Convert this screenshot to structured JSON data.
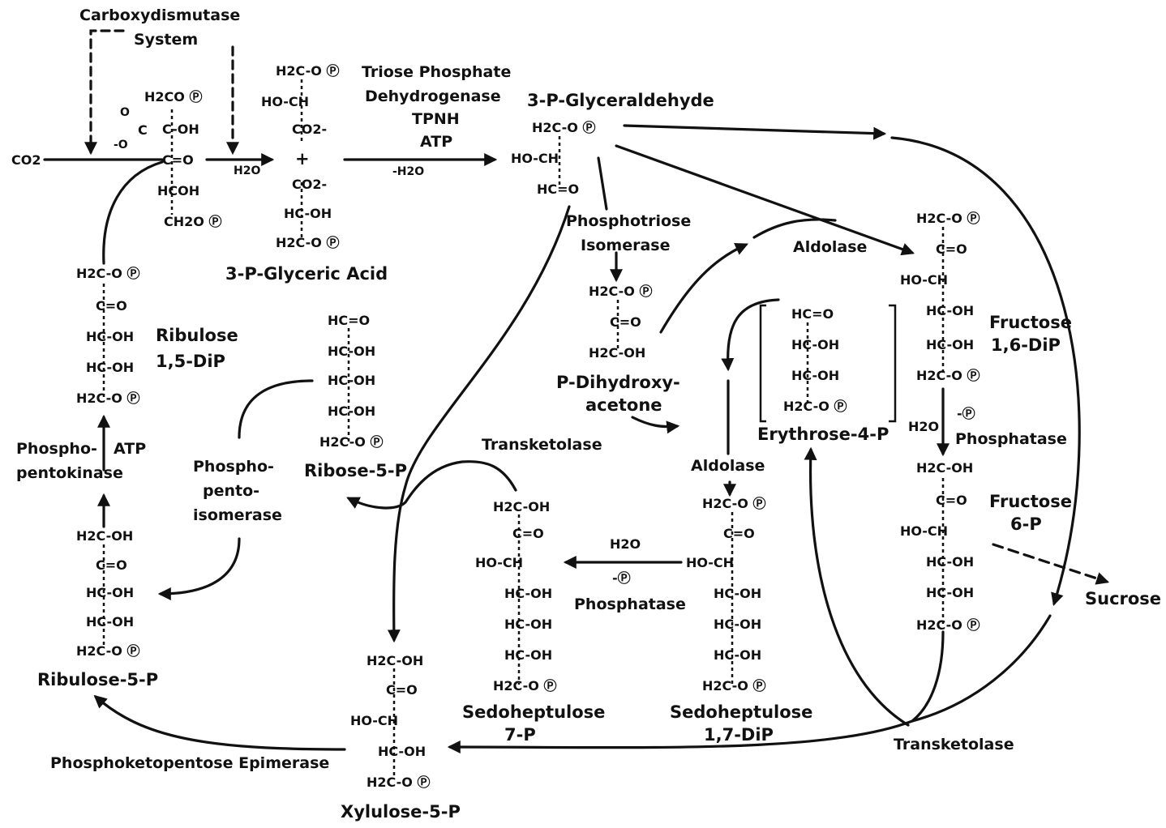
{
  "enzymes": {
    "carboxydismutase_1": "Carboxydismutase",
    "carboxydismutase_2": "System",
    "triose_dh_1": "Triose Phosphate",
    "triose_dh_2": "Dehydrogenase",
    "triose_dh_3": "TPNH",
    "triose_dh_4": "ATP",
    "minus_h2o": "-H2O",
    "h2o_co2": "H2O",
    "phosphotriose_1": "Phosphotriose",
    "phosphotriose_2": "Isomerase",
    "aldolase_top": "Aldolase",
    "aldolase_mid": "Aldolase",
    "transketolase_top": "Transketolase",
    "transketolase_bottom": "Transketolase",
    "phosphopentokinase_1": "Phospho-",
    "phosphopentokinase_atp": "ATP",
    "phosphopentokinase_2": "pentokinase",
    "phosphopentoisomerase_1": "Phospho-",
    "phosphopentoisomerase_2": "pento-",
    "phosphopentoisomerase_3": "isomerase",
    "phosphatase_sedo_h2o": "H2O",
    "phosphatase_sedo_p": "-Ⓟ",
    "phosphatase_sedo": "Phosphatase",
    "phosphatase_fru_h2o": "H2O",
    "phosphatase_fru_p": "-Ⓟ",
    "phosphatase_fru": "Phosphatase",
    "epimerase": "Phosphoketopentose Epimerase",
    "sucrose": "Sucrose"
  },
  "compounds": {
    "co2": "CO2",
    "pga": "3-P-Glyceric Acid",
    "gap": "3-P-Glyceraldehyde",
    "ribulose_dip_1": "Ribulose",
    "ribulose_dip_2": "1,5-DiP",
    "ribose5p": "Ribose-5-P",
    "dhap_1": "P-Dihydroxy-",
    "dhap_2": "acetone",
    "erythrose": "Erythrose-4-P",
    "fructose_dip_1": "Fructose",
    "fructose_dip_2": "1,6-DiP",
    "fructose6p_1": "Fructose",
    "fructose6p_2": "6-P",
    "sedo7p_1": "Sedoheptulose",
    "sedo7p_2": "7-P",
    "sedodip_1": "Sedoheptulose",
    "sedodip_2": "1,7-DiP",
    "ribulose5p": "Ribulose-5-P",
    "xylulose": "Xylulose-5-P"
  },
  "formulas": {
    "intermediate": [
      "H2CO Ⓟ",
      "C-OH",
      "C=O",
      "HCOH",
      "CH2O Ⓟ"
    ],
    "intermediate_side": [
      "O",
      "C",
      "-O"
    ],
    "pga_pair": [
      "H2C-O Ⓟ",
      "HO-CH",
      "CO2-",
      "+",
      "CO2-",
      "HC-OH",
      "H2C-O Ⓟ"
    ],
    "gap": [
      "H2C-O Ⓟ",
      "HO-CH",
      "HC=O"
    ],
    "ribulose_dip": [
      "H2C-O Ⓟ",
      "C=O",
      "HC-OH",
      "HC-OH",
      "H2C-O Ⓟ"
    ],
    "ribose5p": [
      "HC=O",
      "HC-OH",
      "HC-OH",
      "HC-OH",
      "H2C-O Ⓟ"
    ],
    "dhap": [
      "H2C-O Ⓟ",
      "C=O",
      "H2C-OH"
    ],
    "erythrose": [
      "HC=O",
      "HC-OH",
      "HC-OH",
      "H2C-O Ⓟ"
    ],
    "fructose_dip": [
      "H2C-O Ⓟ",
      "C=O",
      "HO-CH",
      "HC-OH",
      "HC-OH",
      "H2C-O Ⓟ"
    ],
    "fructose6p": [
      "H2C-OH",
      "C=O",
      "HO-CH",
      "HC-OH",
      "HC-OH",
      "H2C-O Ⓟ"
    ],
    "sedo7p": [
      "H2C-OH",
      "C=O",
      "HO-CH",
      "HC-OH",
      "HC-OH",
      "HC-OH",
      "H2C-O Ⓟ"
    ],
    "sedodip": [
      "H2C-O Ⓟ",
      "C=O",
      "HO-CH",
      "HC-OH",
      "HC-OH",
      "HC-OH",
      "H2C-O Ⓟ"
    ],
    "ribulose5p": [
      "H2C-OH",
      "C=O",
      "HC-OH",
      "HC-OH",
      "H2C-O Ⓟ"
    ],
    "xylulose": [
      "H2C-OH",
      "C=O",
      "HO-CH",
      "HC-OH",
      "H2C-O Ⓟ"
    ]
  },
  "colors": {
    "ink": "#111111",
    "background": "#ffffff"
  }
}
